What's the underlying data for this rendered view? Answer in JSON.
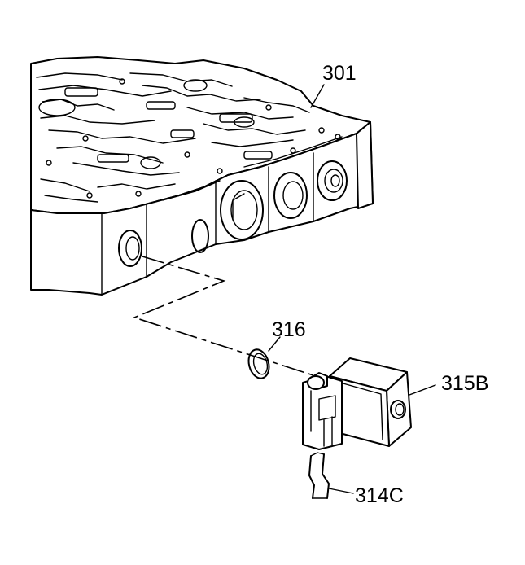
{
  "callouts": {
    "valve_body": "301",
    "o_ring": "316",
    "solenoid": "315B",
    "retainer_clip": "314C"
  }
}
